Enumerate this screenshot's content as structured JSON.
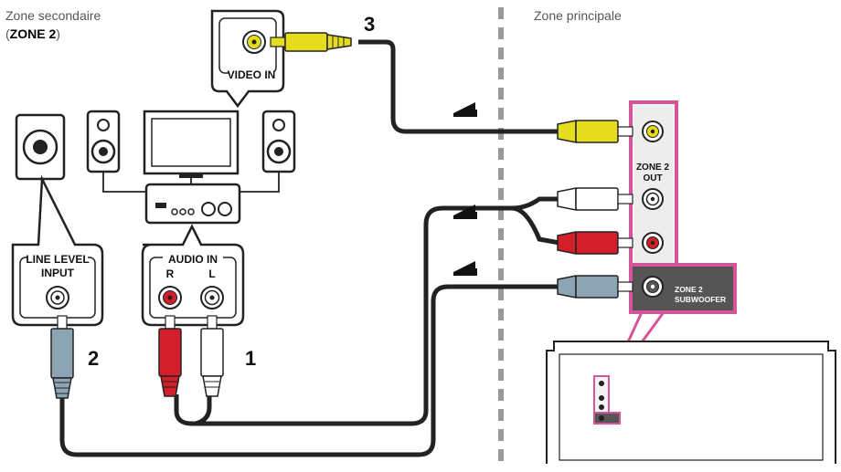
{
  "zones": {
    "secondary_line1": "Zone secondaire",
    "secondary_open": "(",
    "secondary_bold": "ZONE 2",
    "secondary_close": ")",
    "main": "Zone principale"
  },
  "connectors": {
    "video_in": "VIDEO IN",
    "audio_in": "AUDIO IN",
    "audio_r": "R",
    "audio_l": "L",
    "line_level_1": "LINE LEVEL",
    "line_level_2": "INPUT"
  },
  "panel": {
    "zone2_out_1": "ZONE 2",
    "zone2_out_2": "OUT",
    "sub_1": "ZONE 2",
    "sub_2": "SUBWOOFER"
  },
  "steps": {
    "one": "1",
    "two": "2",
    "three": "3"
  },
  "colors": {
    "magenta": "#D4559A",
    "video": "#E6DC1E",
    "red": "#D21F2A",
    "white": "#FFFFFF",
    "sub": "#8DA4B4"
  }
}
